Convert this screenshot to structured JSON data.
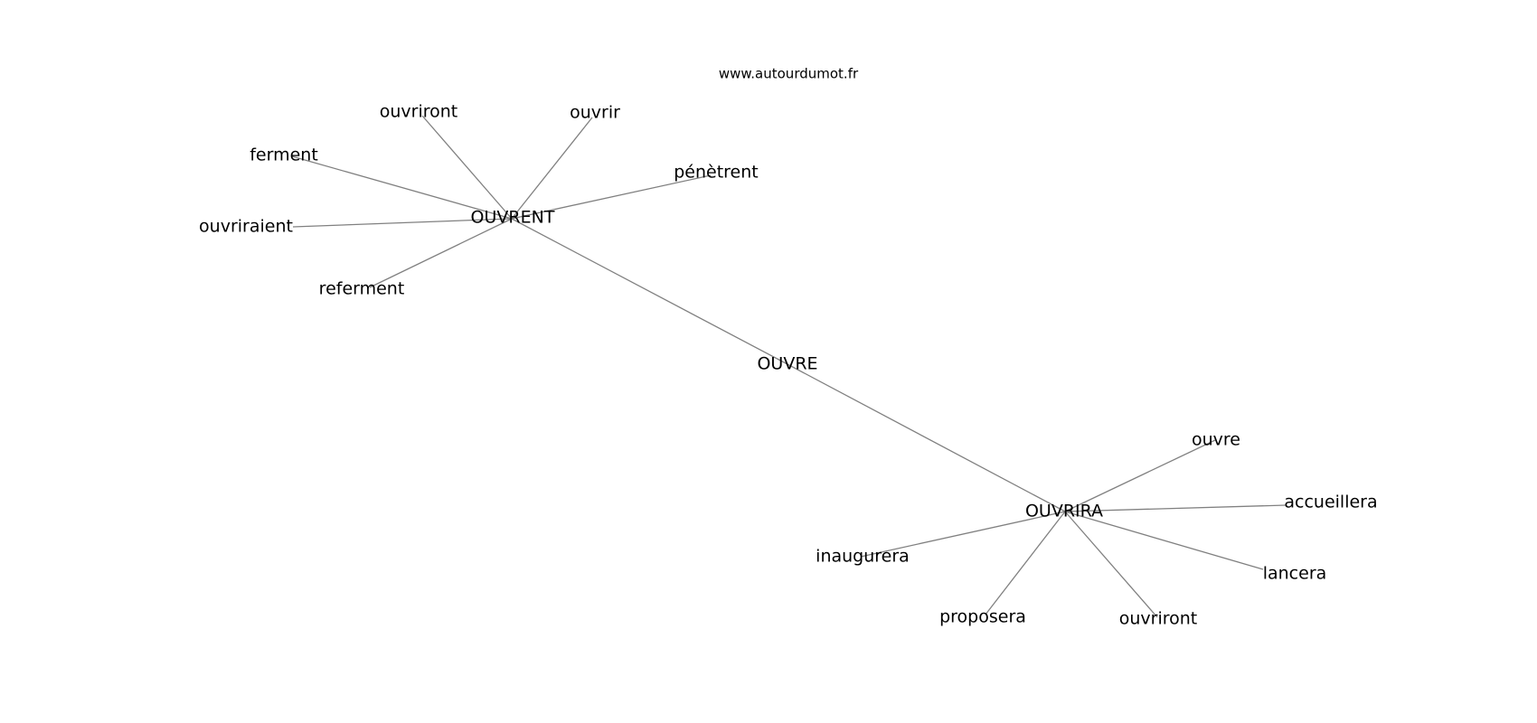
{
  "header": {
    "site": "www.autourdumot.fr"
  },
  "graph": {
    "center": "OUVRE",
    "hubs": [
      {
        "label": "OUVRENT",
        "neighbors": [
          "ouvriront",
          "ouvrir",
          "ferment",
          "pénètrent",
          "ouvriraient",
          "referment"
        ]
      },
      {
        "label": "OUVRIRA",
        "neighbors": [
          "ouvre",
          "accueillera",
          "inaugurera",
          "lancera",
          "proposera",
          "ouvriront"
        ]
      }
    ],
    "edge_color": "#808080"
  }
}
